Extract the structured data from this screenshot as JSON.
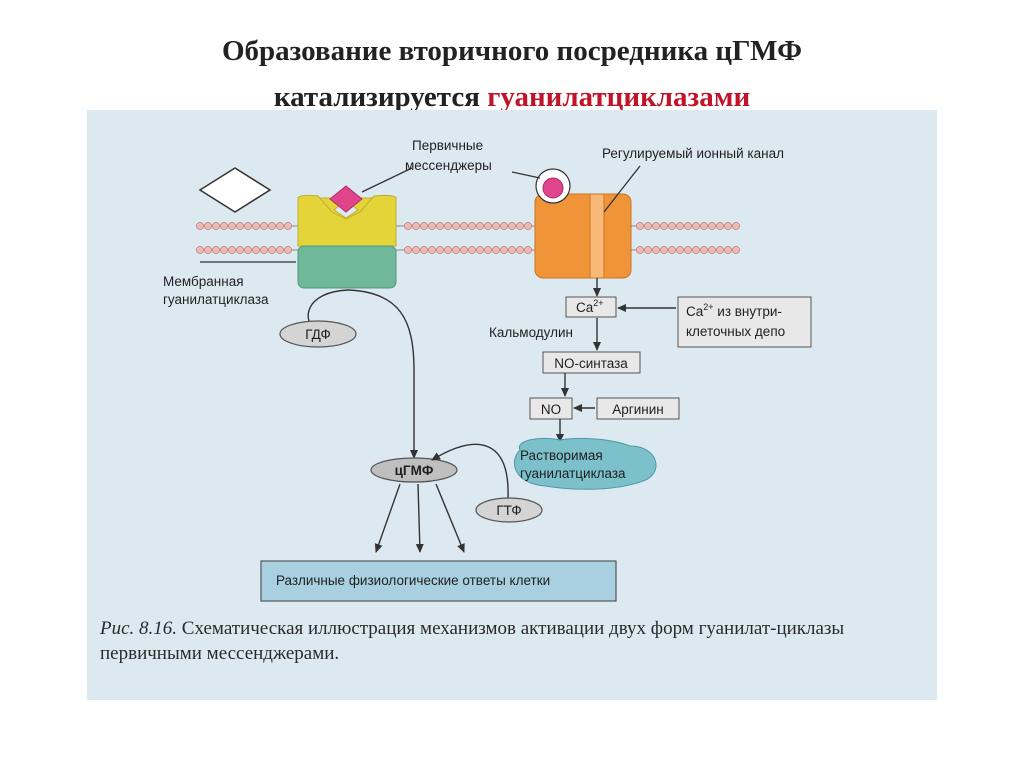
{
  "title": {
    "line1": "Образование вторичного посредника цГМФ",
    "line2_prefix": "катализируется ",
    "line2_accent": "гуанилатциклазами"
  },
  "labels": {
    "primary_messengers_1": "Первичные",
    "primary_messengers_2": "мессенджеры",
    "ion_channel": "Регулируемый ионный канал",
    "membrane_gc_1": "Мембранная",
    "membrane_gc_2": "гуанилатциклаза",
    "gdp": "ГДФ",
    "ca": "Ca",
    "ca_sup": "2+",
    "ca_depot_1_sup": "2+",
    "ca_depot_1a": "Ca",
    "ca_depot_1b": " из внутри-",
    "ca_depot_2": "клеточных депо",
    "calmodulin": "Кальмодулин",
    "no_synthase": "NO-синтаза",
    "no": "NO",
    "arginine": "Аргинин",
    "soluble_gc_1": "Растворимая",
    "soluble_gc_2": "гуанилатциклаза",
    "cgmp": "цГМФ",
    "gtp": "ГТФ",
    "responses": "Различные физиологические ответы клетки"
  },
  "caption": {
    "fig": "Рис. 8.16.",
    "text": " Схематическая иллюстрация механизмов активации двух форм гуанилат-циклазы первичными мессенджерами."
  },
  "colors": {
    "title_accent": "#c0142a",
    "receptor_top": "#e4d43a",
    "receptor_bottom": "#6fb89a",
    "messenger": "#e0448a",
    "channel": "#f0943a",
    "soluble_gc": "#7cc0cc",
    "response_box": "#a8d0e0",
    "lipid_head": "#f0b8b0"
  }
}
